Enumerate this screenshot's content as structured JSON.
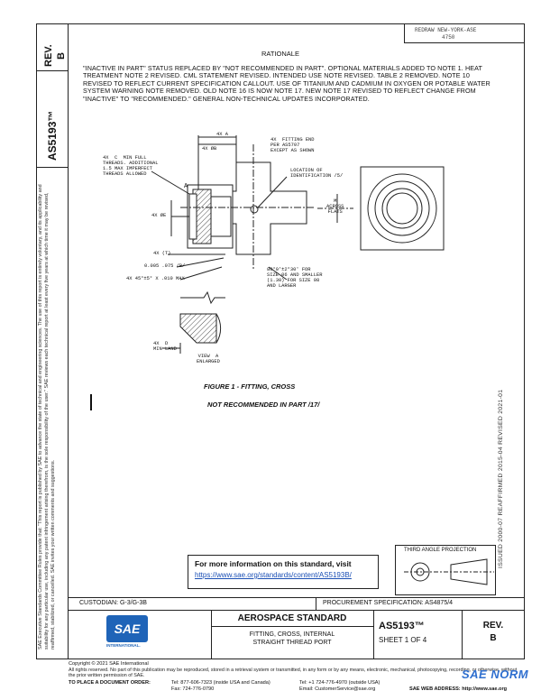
{
  "header": {
    "issued_stamp_line1": "REDRAW NEW-YORK-ASE",
    "issued_stamp_line2": "4750",
    "rev_label": "REV.",
    "rev_value": "B",
    "doc_id_side": "AS5193™"
  },
  "rationale": {
    "title": "RATIONALE",
    "body": "\"INACTIVE IN PART\" STATUS REPLACED BY \"NOT RECOMMENDED IN PART\". OPTIONAL MATERIALS ADDED TO NOTE 1. HEAT TREATMENT NOTE 2 REVISED. CML STATEMENT REVISED. INTENDED USE NOTE REVISED. TABLE 2 REMOVED. NOTE 10 REVISED TO REFLECT CURRENT SPECIFICATION CALLOUT. USE OF TITANIUM AND CADMIUM IN OXYGEN OR POTABLE WATER SYSTEM WARNING NOTE REMOVED. OLD NOTE 16 IS NOW NOTE 17. NEW NOTE 17 REVISED TO REFLECT CHANGE FROM \"INACTIVE\" TO \"RECOMMENDED.\" GENERAL NON-TECHNICAL UPDATES INCORPORATED."
  },
  "drawing": {
    "callouts": [
      {
        "id": "c1",
        "text": "4X  A"
      },
      {
        "id": "c2",
        "text": "4X  ØB"
      },
      {
        "id": "c3",
        "text": "4X  FITTING END\nPER AS5707\nEXCEPT AS SHOWN"
      },
      {
        "id": "c4",
        "text": "4X  C  MIN FULL\nTHREADS. ADDITIONAL\n1.5 MAX IMPERFECT\nTHREADS ALLOWED"
      },
      {
        "id": "c5",
        "text": "LOCATION OF\nIDENTIFICATION /5/"
      },
      {
        "id": "c6",
        "text": "M\nACROSS\nFLATS"
      },
      {
        "id": "c7",
        "text": "4X  ØE"
      },
      {
        "id": "c8",
        "text": "4X  (T)"
      },
      {
        "id": "c9",
        "text": "0.005  .075 /B/"
      },
      {
        "id": "c10",
        "text": "4X  45°±5°  X  .010 MAX"
      },
      {
        "id": "c11",
        "text": "80°0'±2°30' FOR\nSIZE 06 AND SMALLER\n(1.30) FOR SIZE 08\nAND LARGER"
      },
      {
        "id": "c12",
        "text": "4X  D\nMIN LAND"
      },
      {
        "id": "c13",
        "text": "VIEW  A\nENLARGED"
      },
      {
        "id": "c14",
        "text": "A"
      }
    ],
    "figure_title": "FIGURE 1 - FITTING, CROSS",
    "figure_note": "NOT RECOMMENDED IN PART /17/"
  },
  "info_box": {
    "line1": "For more information on this standard, visit",
    "link": "https://www.sae.org/standards/content/AS5193B/"
  },
  "projection": {
    "label": "THIRD ANGLE PROJECTION"
  },
  "side_right": {
    "dates": "ISSUED 2000-07     REAFFIRMED 2015-04     REVISED 2021-01"
  },
  "side_left": {
    "text": "SAE Executive Standards Committee Rules provide that: \"This report is published by SAE to advance the state of technical and engineering sciences. The use of this report is entirely voluntary, and its applicability and suitability for any particular use, including any patent infringement arising therefrom, is the sole responsibility of the user.\" SAE reviews each technical report at least every five years at which time it may be revised, reaffirmed, stabilized, or cancelled. SAE invites your written comments and suggestions."
  },
  "title_block": {
    "custodian": "CUSTODIAN: G-3/G-3B",
    "procurement": "PROCUREMENT SPECIFICATION: AS4875/4",
    "logo_text": "SAE",
    "logo_sub": "INTERNATIONAL.",
    "standard_type": "AEROSPACE STANDARD",
    "title_line1": "FITTING, CROSS, INTERNAL",
    "title_line2": "STRAIGHT THREAD PORT",
    "doc_number": "AS5193™",
    "sheet": "SHEET 1 OF 4",
    "rev_label": "REV.",
    "rev_value": "B"
  },
  "footer": {
    "copyright": "Copyright © 2021 SAE International",
    "rights": "All rights reserved. No part of this publication may be reproduced, stored in a retrieval system or transmitted, in any form or by any means, electronic, mechanical, photocopying, recording, or otherwise, without the prior written permission of SAE.",
    "order_label": "TO PLACE A DOCUMENT ORDER:",
    "tel1": "Tel: 877-606-7323 (inside USA and Canada)",
    "tel2": "Tel: +1 724-776-4970 (outside USA)",
    "fax": "Fax: 724-776-0790",
    "email": "Email: CustomerService@sae.org",
    "web": "SAE WEB ADDRESS:  http://www.sae.org",
    "watermark": "SAE NORM"
  },
  "colors": {
    "link": "#1a4fb5",
    "watermark": "#2f6fcf",
    "logo_bg": "#1f64b8"
  }
}
